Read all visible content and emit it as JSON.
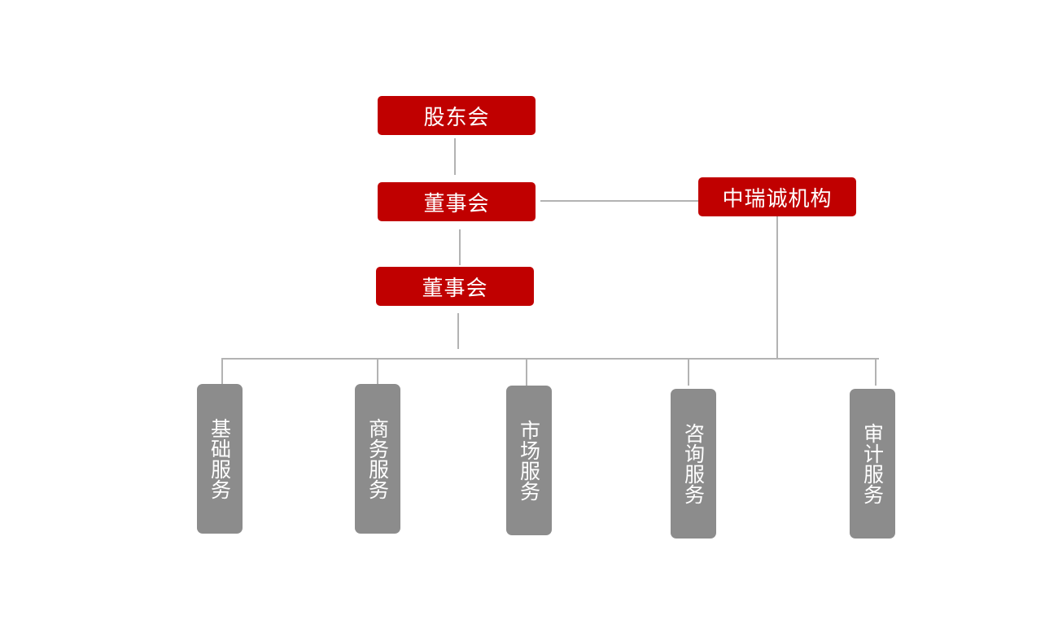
{
  "diagram": {
    "top_nodes": {
      "shareholders": "股东会",
      "board": "董事会",
      "board_second": "董事会",
      "institution": "中瑞诚机构"
    },
    "services": [
      "基础服务",
      "商务服务",
      "市场服务",
      "咨询服务",
      "审计服务"
    ],
    "colors": {
      "primary_node": "#c00000",
      "service_node": "#8c8c8c",
      "connector": "#b3b3b3"
    }
  }
}
